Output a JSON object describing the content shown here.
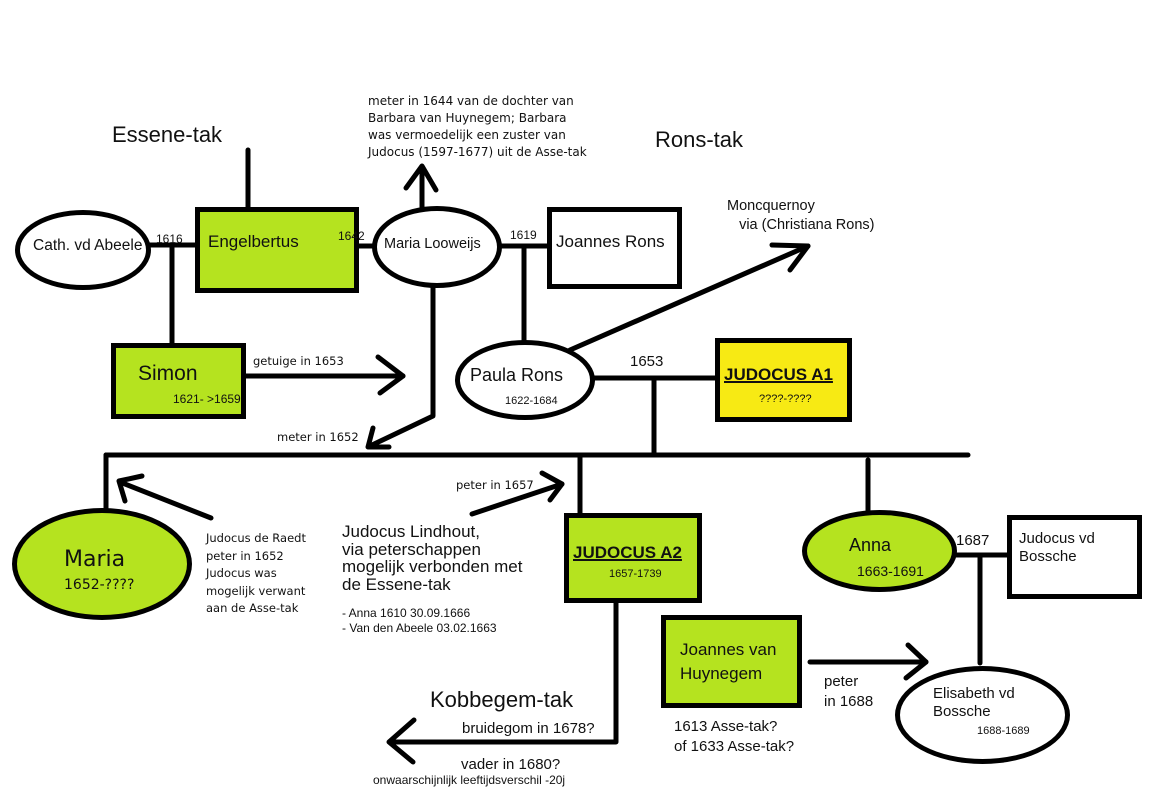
{
  "branches": {
    "essene": "Essene-tak",
    "rons": "Rons-tak",
    "kobbegem": "Kobbegem-tak"
  },
  "people": {
    "cath_vd_abeele": {
      "name": "Cath. vd Abeele"
    },
    "engelbertus": {
      "name": "Engelbertus"
    },
    "maria_looweijs": {
      "name": "Maria Looweijs"
    },
    "joannes_rons": {
      "name": "Joannes Rons"
    },
    "simon": {
      "name": "Simon",
      "dates": "1621- >1659"
    },
    "paula_rons": {
      "name": "Paula Rons",
      "dates": "1622-1684"
    },
    "judocus_a1": {
      "name": "JUDOCUS A1",
      "dates": "????-????"
    },
    "maria": {
      "name": "Maria",
      "dates": "1652-????"
    },
    "judocus_a2": {
      "name": "JUDOCUS A2",
      "dates": "1657-1739"
    },
    "anna": {
      "name": "Anna",
      "dates": "1663-1691"
    },
    "judocus_vd_bossche": {
      "name": "Judocus vd\nBossche"
    },
    "joannes_van_huynegem": {
      "name": "Joannes van\nHuynegem"
    },
    "elisabeth_vd_bossche": {
      "name": "Elisabeth vd\nBossche",
      "dates": "1688-1689"
    }
  },
  "marriage_years": {
    "cath_engelbertus": "1616",
    "engelbertus_maria": "1642",
    "maria_joannes": "1619",
    "paula_judocus": "1653",
    "anna_judocus": "1687"
  },
  "annotations": {
    "meter_1644": "meter in 1644 van de dochter van\nBarbara van Huynegem; Barbara\nwas vermoedelijk een zuster van\nJudocus (1597-1677) uit de Asse-tak",
    "moncquernoy": "Moncquernoy\n   via (Christiana Rons)",
    "getuige_1653": "getuige in 1653",
    "meter_1652": "meter in 1652",
    "de_raedt": "Judocus de Raedt\npeter in 1652\nJudocus was\nmogelijk verwant\naan de Asse-tak",
    "peter_1657": "peter in 1657",
    "lindhout": "Judocus Lindhout,\nvia peterschappen\nmogelijk verbonden met\nde Essene-tak",
    "lindhout_items": [
      "- Anna 1610 30.09.1666",
      "- Van den Abeele 03.02.1663"
    ],
    "peter_1688": "peter\nin 1688",
    "huynegem_asse": "1613 Asse-tak?\nof 1633 Asse-tak?",
    "bruidegom": "bruidegom in 1678?",
    "vader": "vader in 1680?",
    "leeftijd": "onwaarschijnlijk leeftijdsverschil -20j"
  },
  "colors": {
    "green": "#b5e31f",
    "yellow": "#f7ea14",
    "line": "#000000"
  }
}
